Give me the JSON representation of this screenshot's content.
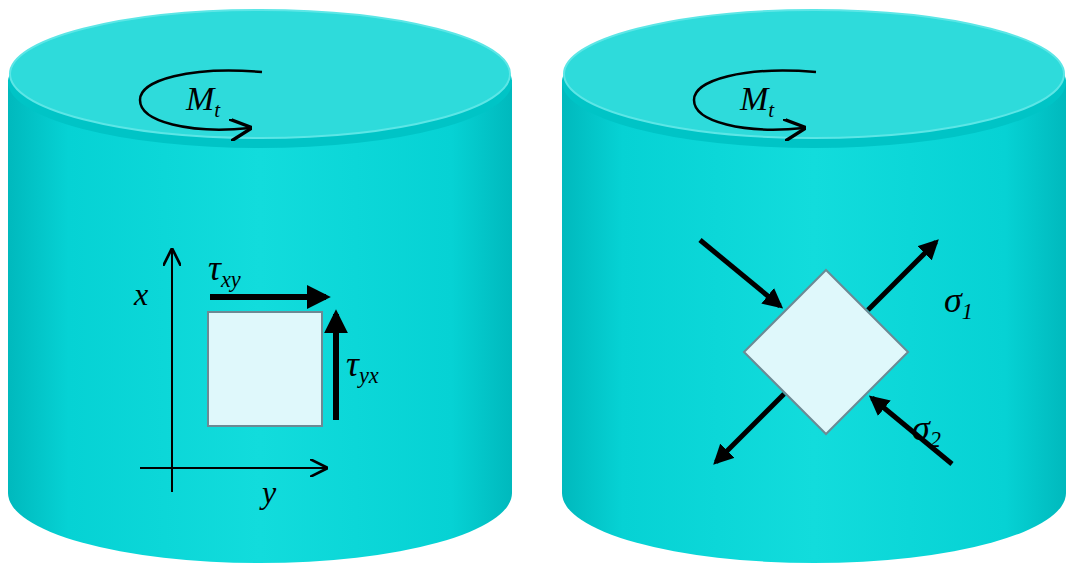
{
  "diagram": {
    "labels": [
      "Mt",
      "τxy",
      "τyx",
      "x",
      "y",
      "Mt",
      "σ1",
      "σ2"
    ]
  }
}
